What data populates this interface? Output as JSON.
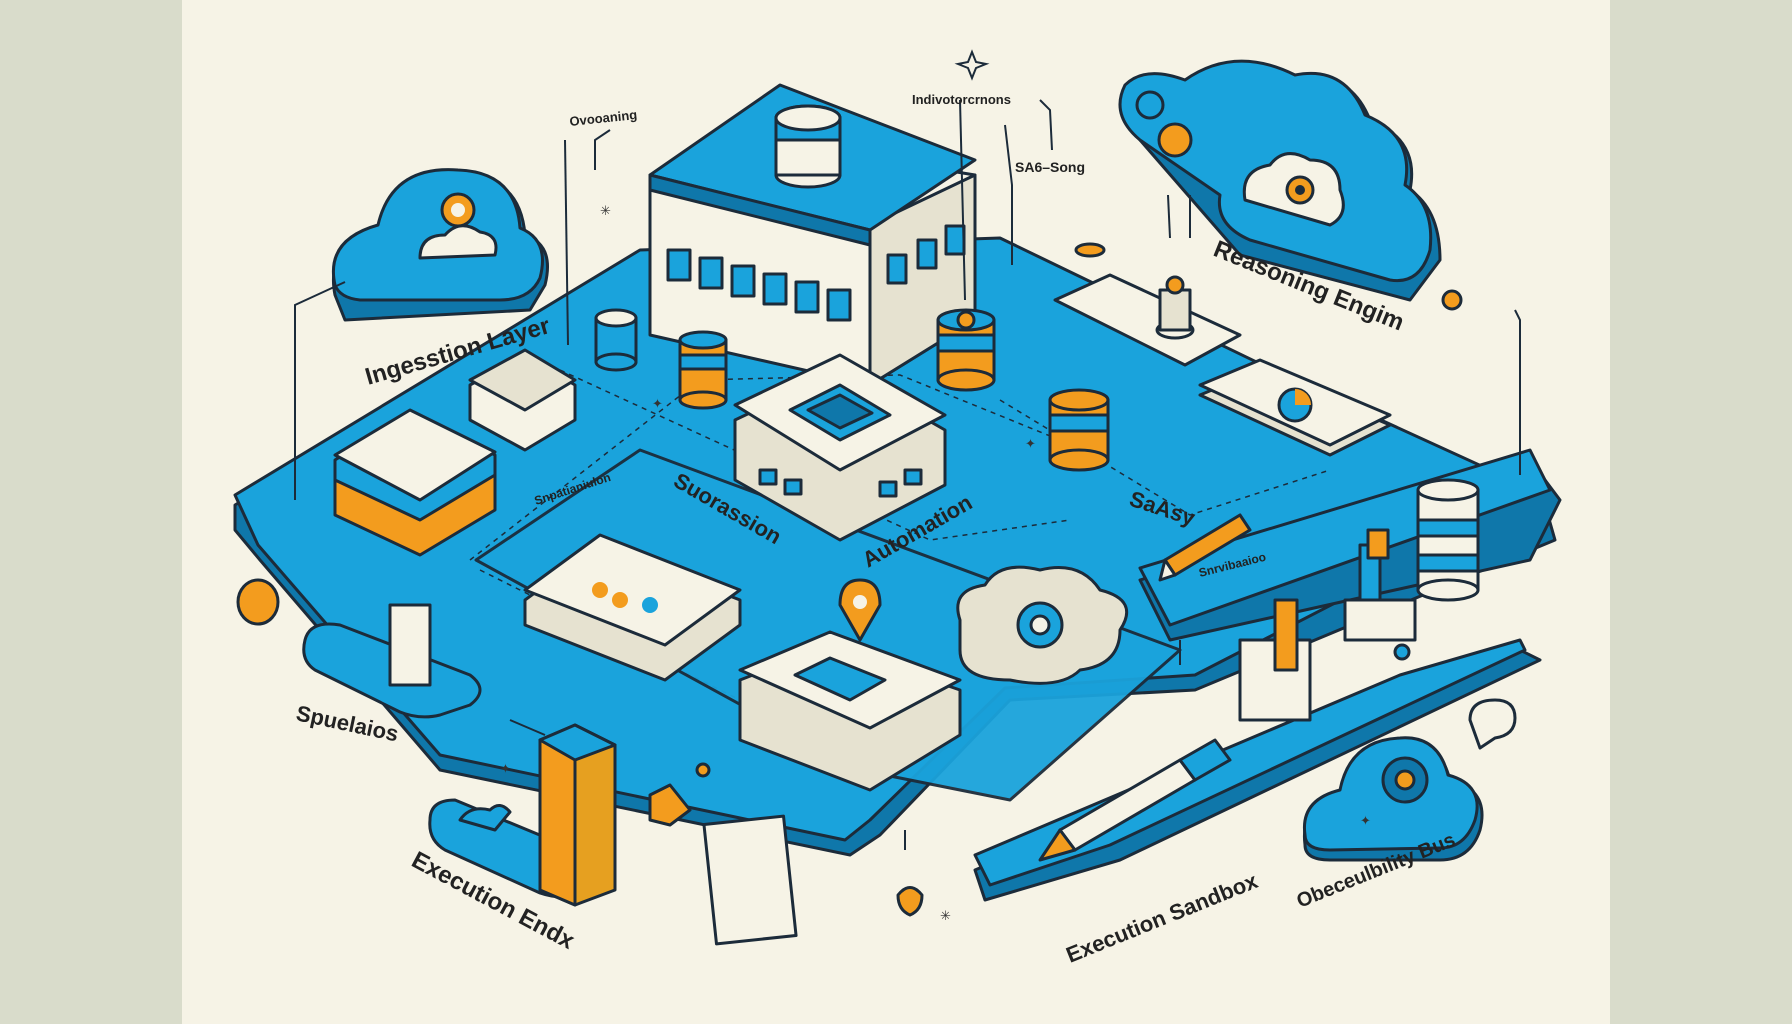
{
  "labels": {
    "top_center": "Indivotorcrnons",
    "top_left_note": "Ovooaning",
    "top_right_note": "SA6–Song",
    "ingestion": "Ingesstion Layer",
    "reasoning": "Reasoning Engim",
    "supervision": "Suorassion",
    "automation": "Automation",
    "saasy": "SaAsy",
    "sub_left": "Snpatianiulon",
    "sub_right": "Snrvibaaioo",
    "spuelaios": "Spuelaios",
    "execution_endx": "Execution Endx",
    "execution_sandbox": "Execution Sandbox",
    "observability": "Obeceulbility Bus"
  },
  "colors": {
    "blue": "#1aa3dc",
    "blue_dark": "#0f77aa",
    "orange": "#f39c1e",
    "cream": "#f6f3e6",
    "outline": "#1c2b3a"
  }
}
